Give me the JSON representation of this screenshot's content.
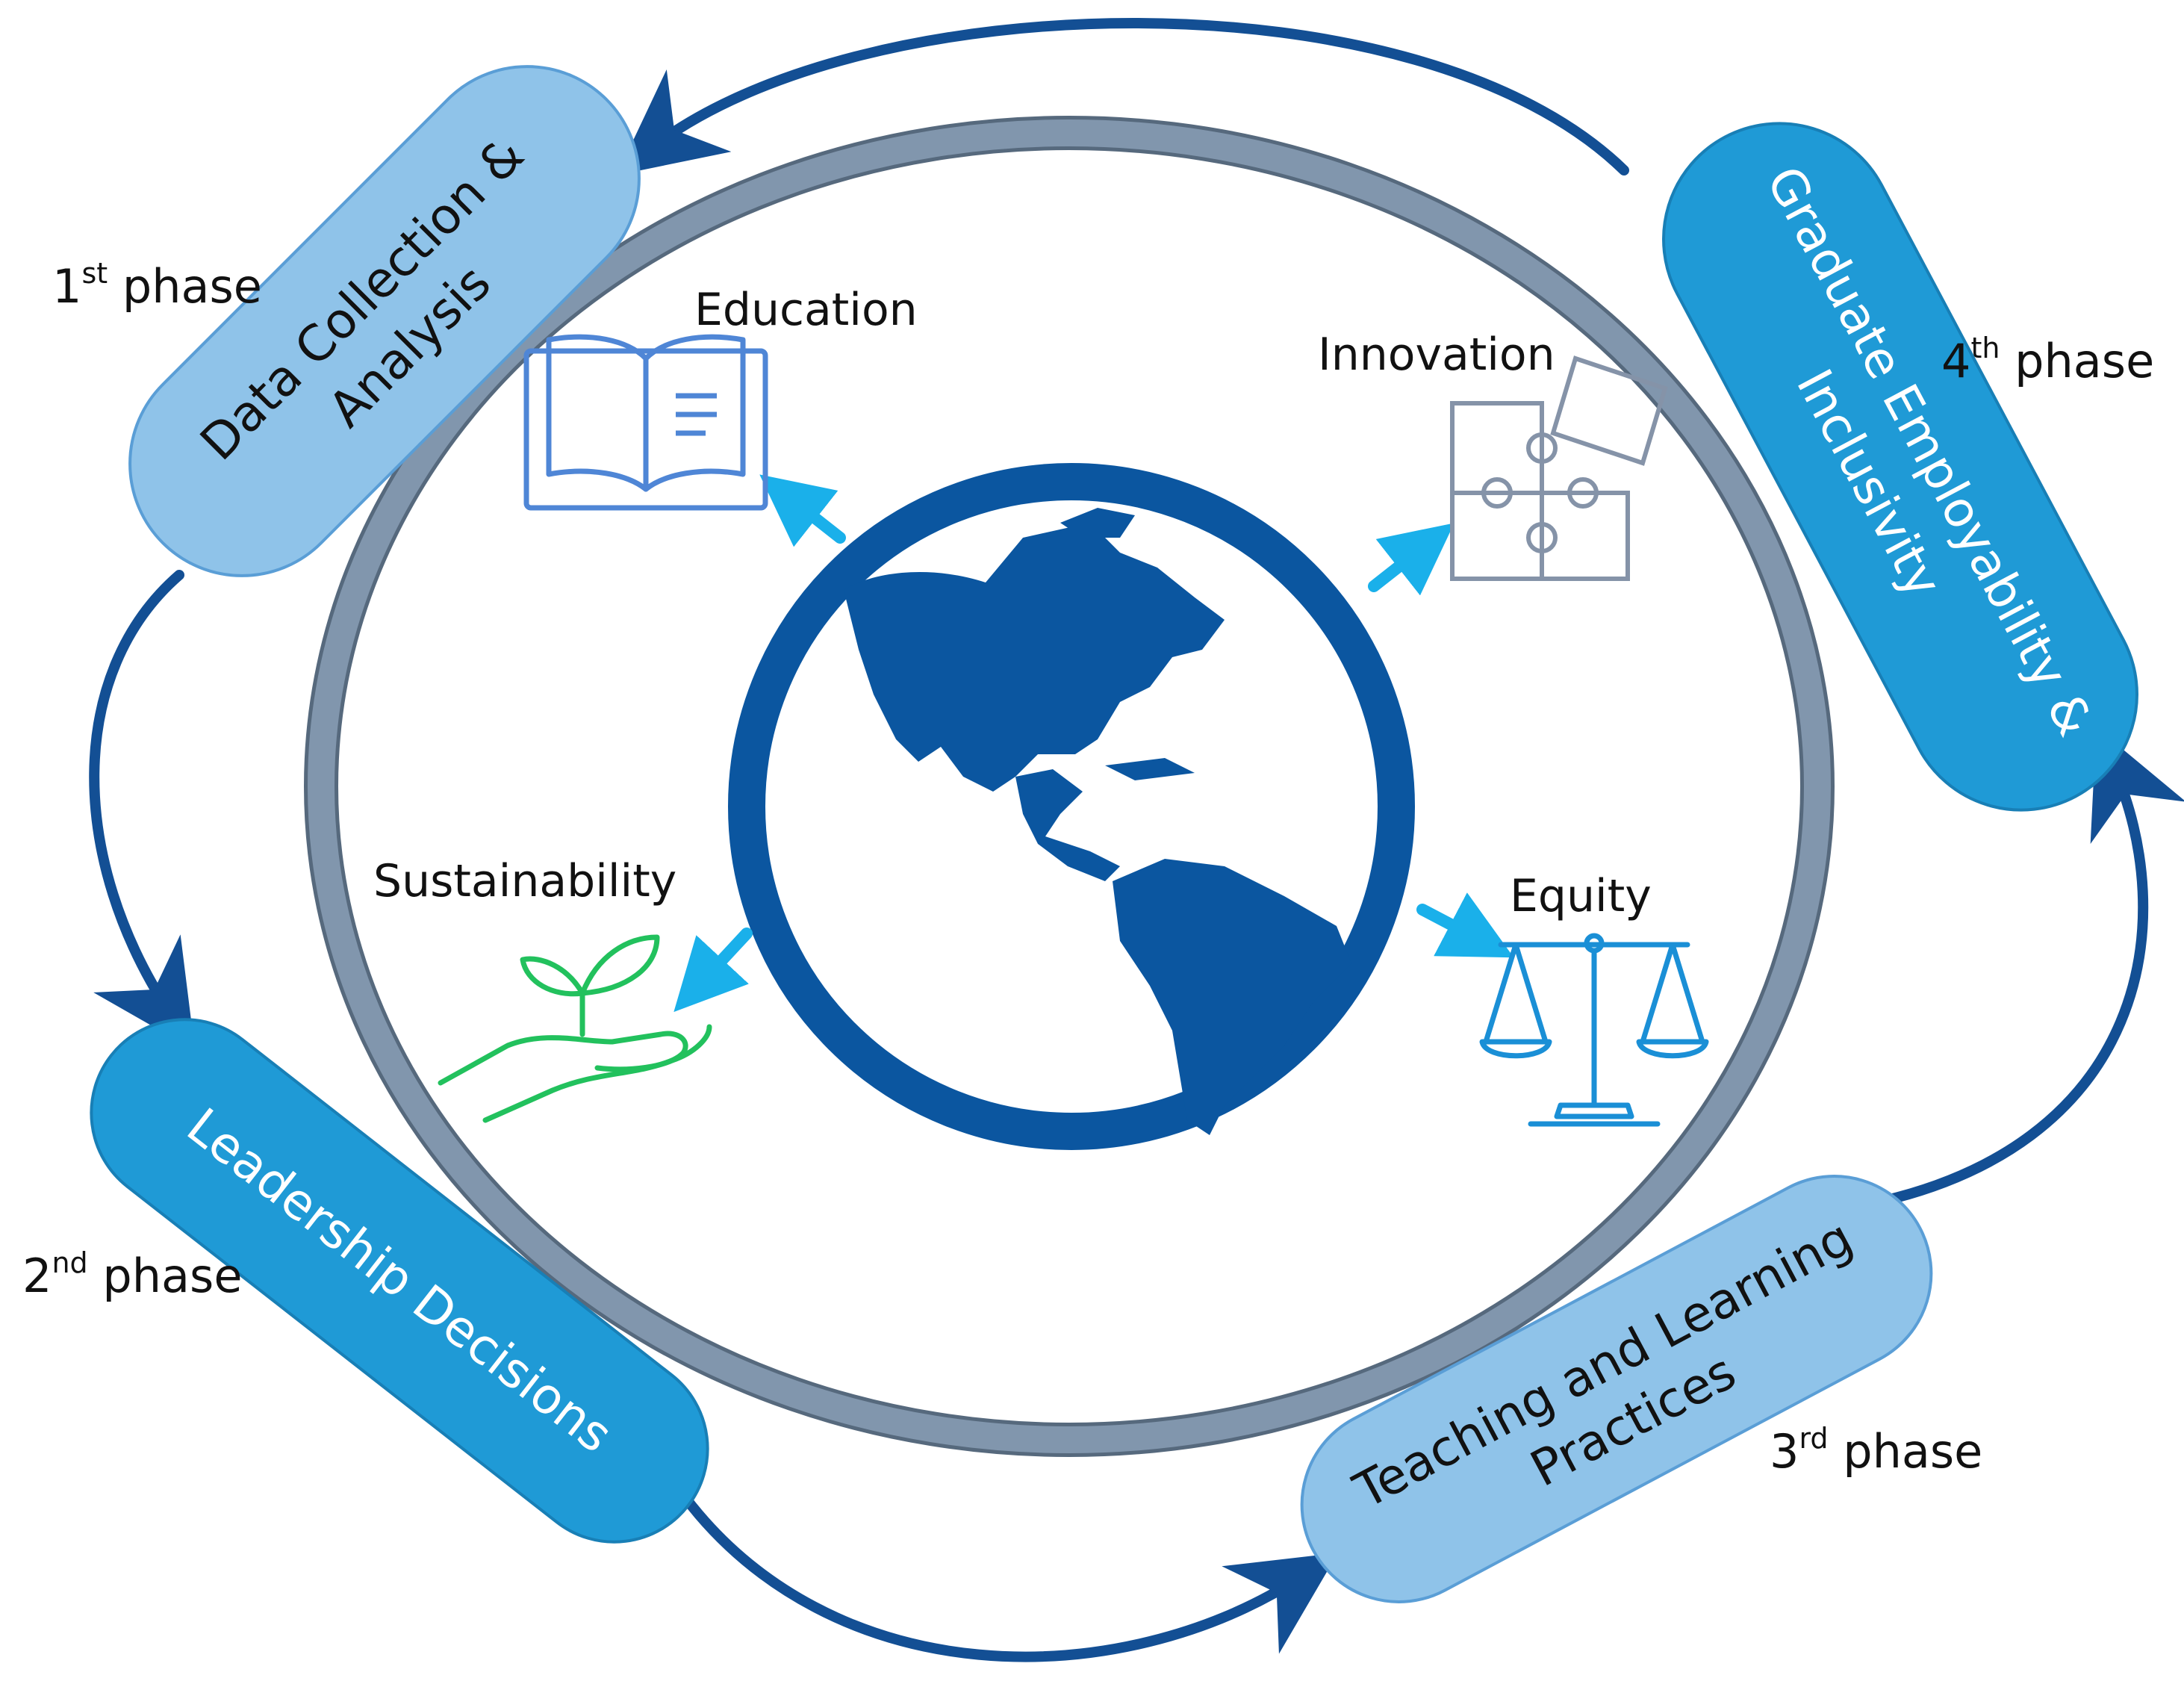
{
  "phases": [
    {
      "num": "1",
      "sup": "st",
      "word": " phase",
      "pill_lines": [
        "Data Collection &",
        "Analysis"
      ],
      "style": "light"
    },
    {
      "num": "2",
      "sup": "nd",
      "word": " phase",
      "pill_lines": [
        "Leadership Decisions"
      ],
      "style": "dark"
    },
    {
      "num": "3",
      "sup": "rd",
      "word": " phase",
      "pill_lines": [
        "Teaching and Learning",
        "Practices"
      ],
      "style": "light"
    },
    {
      "num": "4",
      "sup": "th",
      "word": " phase",
      "pill_lines": [
        "Graduate Employability &",
        "Inclusivity"
      ],
      "style": "dark"
    }
  ],
  "concepts": {
    "education": "Education",
    "innovation": "Innovation",
    "sustainability": "Sustainability",
    "equity": "Equity"
  },
  "colors": {
    "pill_light": "#8fc3e9",
    "pill_light_stroke": "#5a9ed6",
    "pill_dark": "#1f9ad6",
    "pill_dark_stroke": "#187fb6",
    "ring": "#8196ad",
    "ring_stroke": "#56697d",
    "globe": "#0b56a0",
    "cycle_arrow": "#134f94",
    "small_arrow": "#1ab0ea",
    "education_icon": "#4f86d6",
    "innovation_icon": "#8593a8",
    "sustainability_icon": "#22c15d",
    "equity_icon": "#1a8fd6"
  },
  "icons": {
    "education": "open-book-icon",
    "innovation": "puzzle-pieces-icon",
    "sustainability": "hand-with-plant-icon",
    "equity": "balance-scale-icon",
    "center": "globe-icon"
  }
}
